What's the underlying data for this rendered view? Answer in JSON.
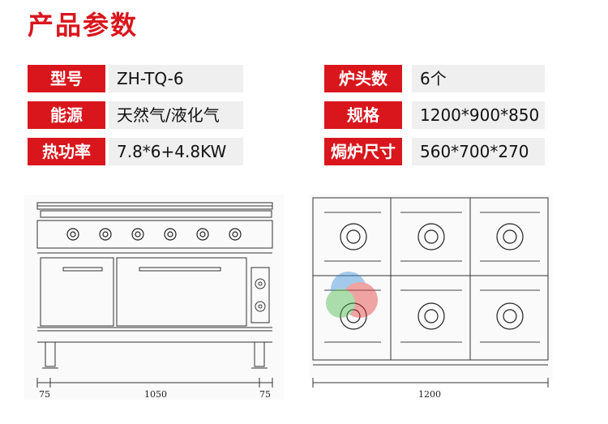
{
  "title": "产品参数",
  "specs": [
    {
      "label": "型号",
      "value": "ZH-TQ-6"
    },
    {
      "label": "炉头数",
      "value": "6个"
    },
    {
      "label": "能源",
      "value": "天然气/液化气"
    },
    {
      "label": "规格",
      "value": "1200*900*850"
    },
    {
      "label": "热功率",
      "value": "7.8*6+4.8KW"
    },
    {
      "label": "焗炉尺寸",
      "value": "560*700*270"
    }
  ],
  "front_view": {
    "dim_left": "75",
    "dim_center": "1050",
    "dim_right": "75"
  },
  "top_view": {
    "dim_width": "1200"
  },
  "colors": {
    "accent": "#d9161c",
    "value_bg": "#efefef",
    "line": "#333333"
  }
}
